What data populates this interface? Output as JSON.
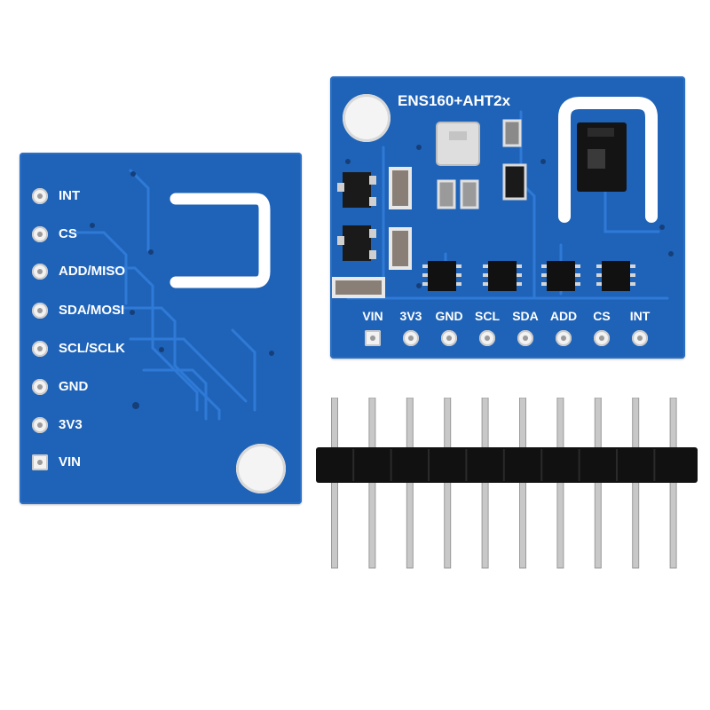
{
  "back_board": {
    "pin_labels": [
      "INT",
      "CS",
      "ADD/MISO",
      "SDA/MOSI",
      "SCL/SCLK",
      "GND",
      "3V3",
      "VIN"
    ]
  },
  "front_board": {
    "title": "ENS160+AHT2x",
    "pin_labels": [
      "VIN",
      "3V3",
      "GND",
      "SCL",
      "SDA",
      "ADD",
      "CS",
      "INT"
    ]
  },
  "colors": {
    "pcb": "#1f63b8",
    "silkscreen": "#ffffff",
    "pad": "#f2f2f2",
    "header_plastic": "#111111",
    "header_pin": "#c8c8c8"
  }
}
